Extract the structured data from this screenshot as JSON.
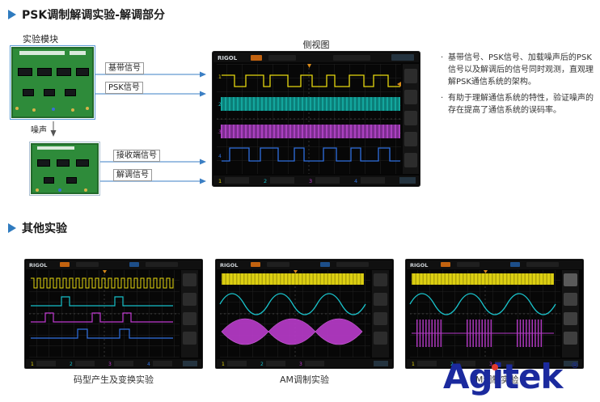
{
  "page": {
    "section1_title": "PSK调制解调实验-解调部分",
    "section2_title": "其他实验",
    "module_label": "实验模块",
    "noise_label": "噪声",
    "scope_view_label": "侧视图",
    "bullet_marker": "·",
    "signals": {
      "baseband": "基带信号",
      "psk": "PSK信号",
      "receiver": "接收端信号",
      "demod": "解调信号"
    },
    "bullets": [
      "基带信号、PSK信号、加载噪声后的PSK信号以及解调后的信号同时观测，直观理解PSK通信系统的架构。",
      "有助于理解通信系统的特性，验证噪声的存在提高了通信系统的误码率。"
    ],
    "captions": [
      "码型产生及变换实验",
      "AM调制实验",
      "FM调制实验"
    ],
    "logo": {
      "text": "Agitek",
      "reg": "®"
    },
    "scope_ui": {
      "brand": "RIGOL",
      "channels": [
        "1",
        "2",
        "3",
        "4"
      ]
    },
    "colors": {
      "accent_blue": "#2f7bbf",
      "logo_blue": "#1b2a9e",
      "logo_red": "#e23a2e",
      "ch1": "#e6d70e",
      "ch2": "#17c0c8",
      "ch3": "#c03ad0",
      "ch4": "#2f6fe0"
    }
  }
}
